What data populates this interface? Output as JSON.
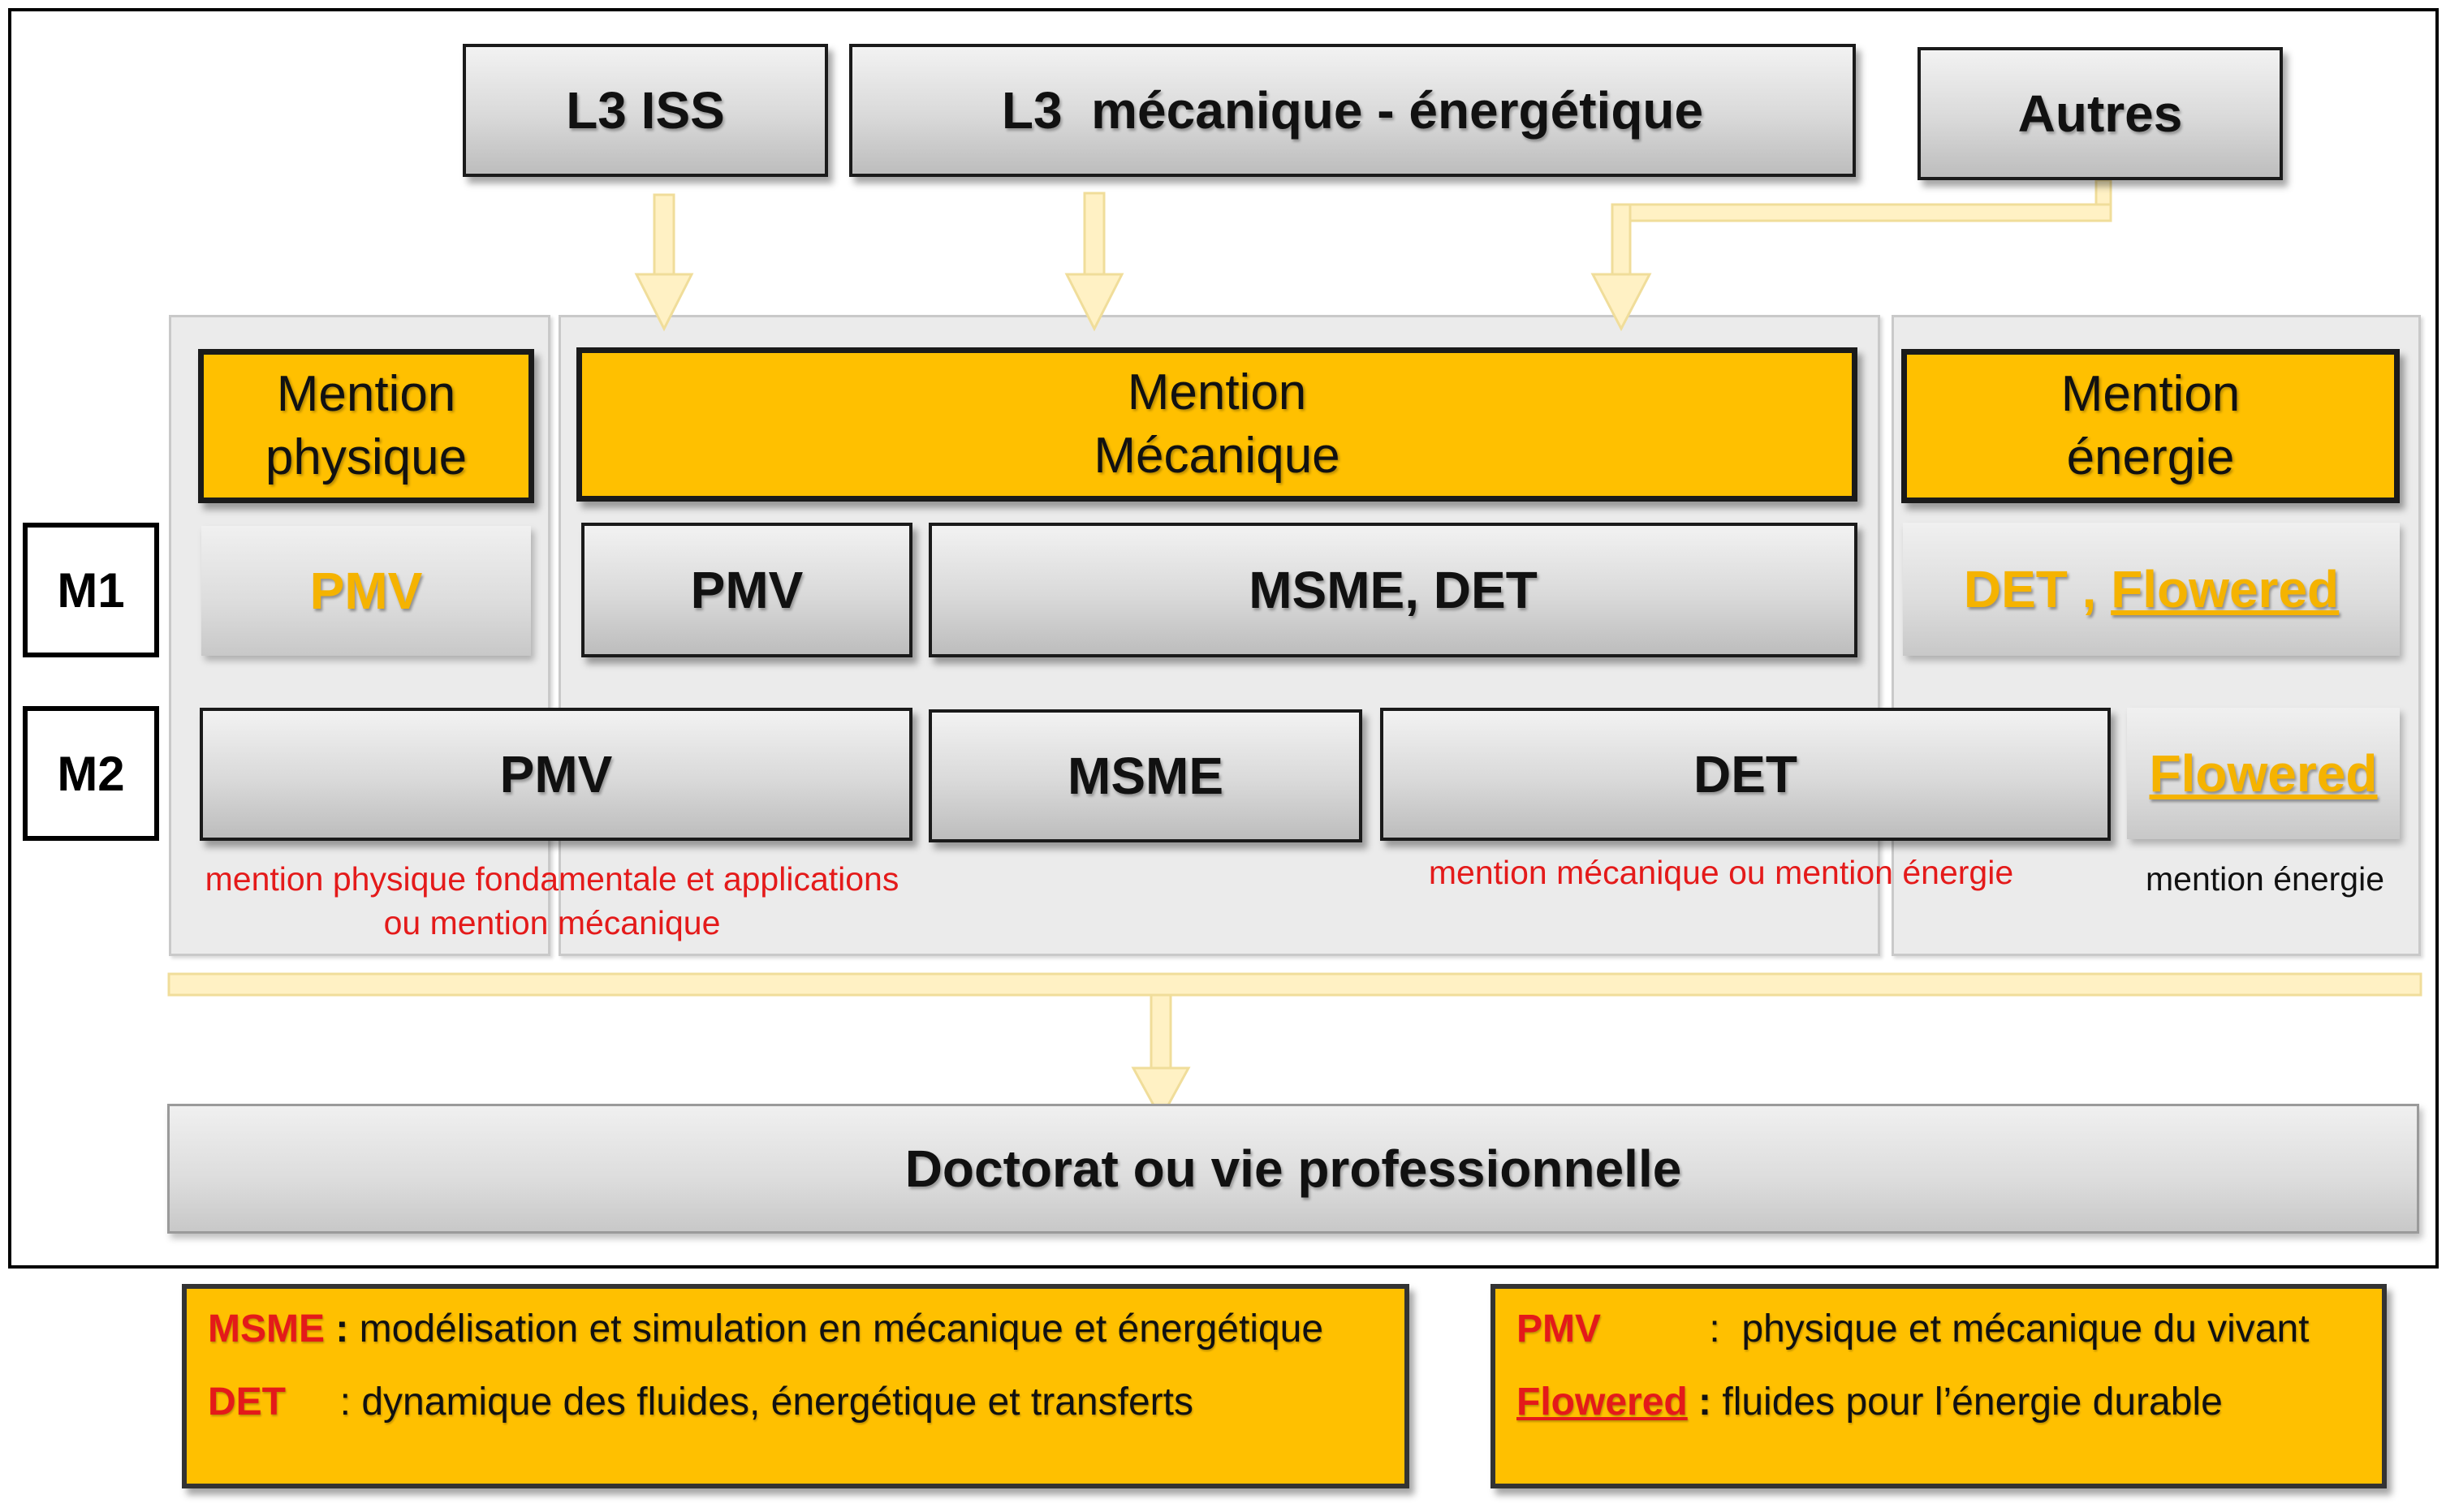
{
  "top_sources": {
    "l3_iss": "L3 ISS",
    "l3_meca": "L3  mécanique - énergétique",
    "autres": "Autres"
  },
  "levels": {
    "m1": "M1",
    "m2": "M2"
  },
  "mentions": {
    "physique": [
      "Mention",
      "physique"
    ],
    "mecanique": [
      "Mention",
      "Mécanique"
    ],
    "energie": [
      "Mention",
      "énergie"
    ]
  },
  "m1": {
    "physique_pmv": "PMV",
    "meca_pmv": "PMV",
    "meca_msme_det": "MSME, DET",
    "energie_det": "DET , ",
    "energie_flowered": "Flowered"
  },
  "m2": {
    "pmv": "PMV",
    "msme": "MSME",
    "det": "DET",
    "flowered": "Flowered"
  },
  "notes": {
    "pmv_note": [
      "mention physique fondamentale et applications",
      "ou mention mécanique"
    ],
    "det_note": "mention mécanique ou mention énergie",
    "flowered_note": "mention énergie"
  },
  "outcome": "Doctorat ou vie professionnelle",
  "legend_left": [
    {
      "key": "MSME",
      "sep": " : ",
      "text": "modélisation et simulation en mécanique et énergétique"
    },
    {
      "key": "DET",
      "sep": "     : ",
      "text": "dynamique des fluides, énergétique et transferts"
    }
  ],
  "legend_right": [
    {
      "key": "PMV",
      "sep": "          :  ",
      "text": "physique  et mécanique du vivant"
    },
    {
      "key": "Flowered",
      "sep": " : ",
      "text": "fluides pour l’énergie durable"
    }
  ],
  "colors": {
    "mention_fill": "#ffc000",
    "arrow": "#fff1c4",
    "note_red": "#e41a1a",
    "orange_text": "#f5b300"
  }
}
